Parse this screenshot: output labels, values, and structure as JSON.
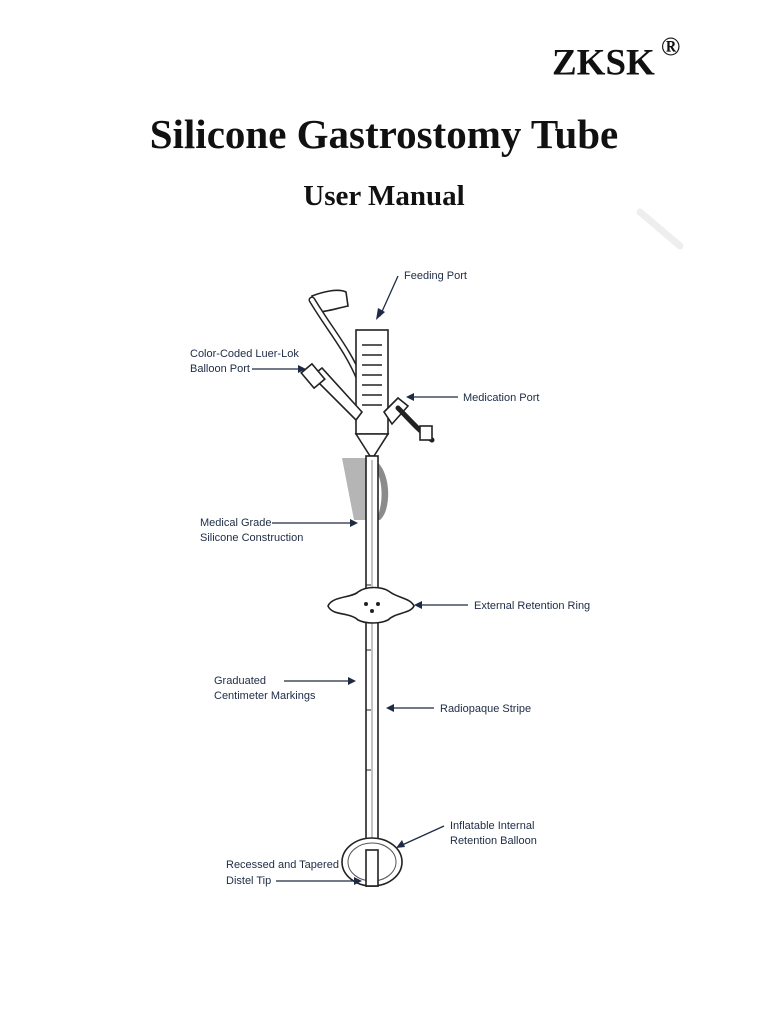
{
  "header": {
    "brand": "ZKSK",
    "registered_mark": "®",
    "title": "Silicone Gastrostomy Tube",
    "subtitle": "User Manual"
  },
  "diagram": {
    "labels": {
      "feeding_port": "Feeding Port",
      "balloon_port_line1": "Color-Coded  Luer-Lok",
      "balloon_port_line2": "Balloon Port",
      "medication_port": "Medication Port",
      "silicone_line1": "Medical Grade",
      "silicone_line2": "Silicone Construction",
      "retention_ring": "External Retention Ring",
      "markings_line1": "Graduated",
      "markings_line2": "Centimeter Markings",
      "radiopaque": "Radiopaque Stripe",
      "balloon_line1": "Inflatable Internal",
      "balloon_line2": "Retention Balloon",
      "tip_line1": "Recessed and Tapered",
      "tip_line2": "Distel Tip"
    }
  }
}
